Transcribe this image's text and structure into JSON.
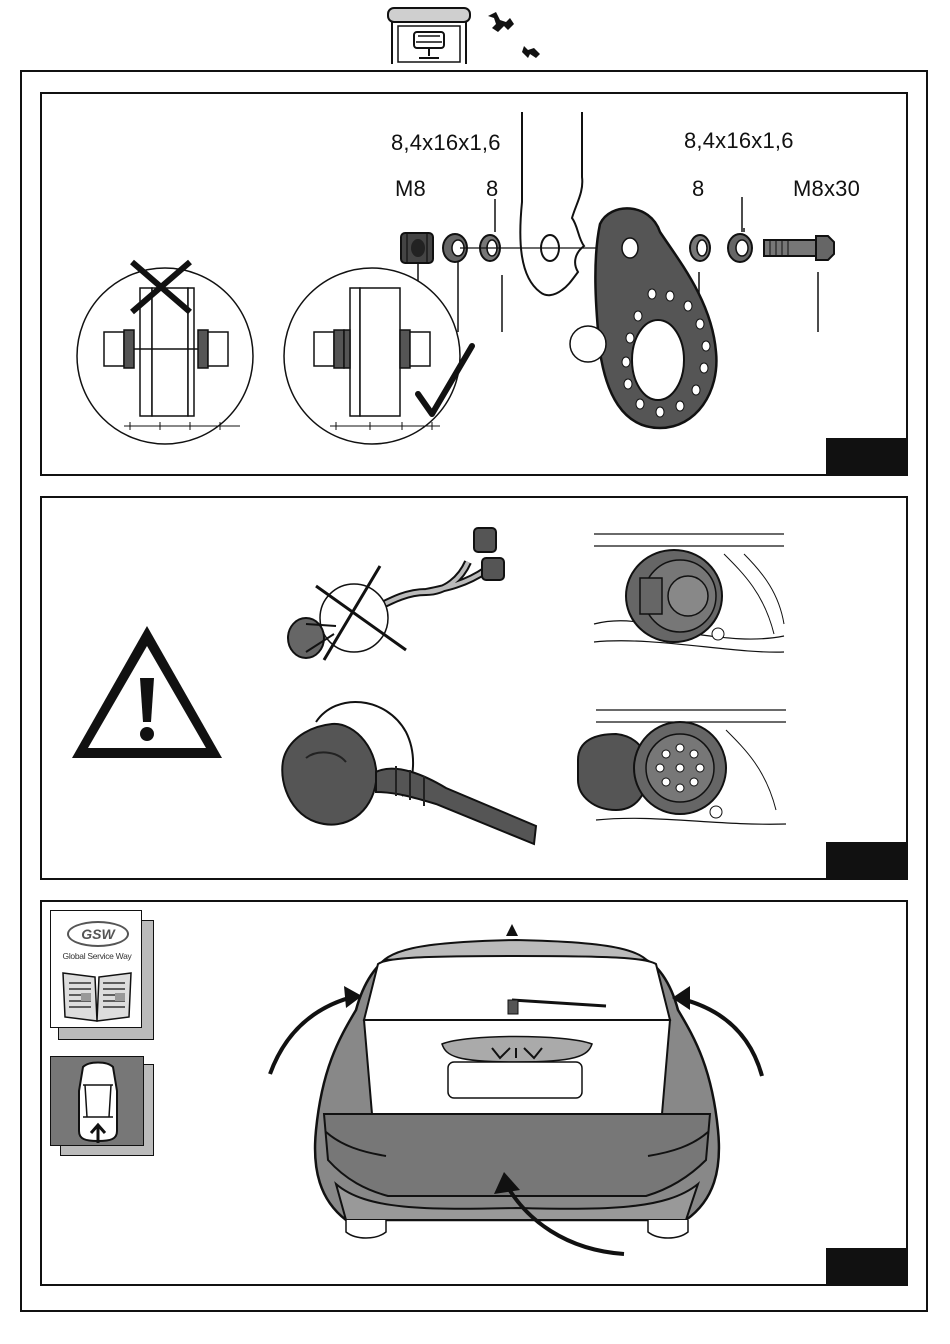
{
  "header": {
    "icons": [
      "garage-lift-icon",
      "wrench-icon"
    ]
  },
  "panel1": {
    "labels": {
      "top_left_washer": "8,4x16x1,6",
      "top_right_washer": "8,4x16x1,6",
      "nut": "M8",
      "washer_left": "8",
      "washer_right": "8",
      "bolt": "M8x30"
    }
  },
  "panel2": {
    "icons": [
      "warning-triangle-icon",
      "cable-crossed-icon",
      "socket-plug-icon",
      "socket-closed-icon",
      "socket-open-icon"
    ]
  },
  "panel3": {
    "gsw": {
      "logo": "GSW",
      "caption": "Global Service Way"
    },
    "icons": [
      "manual-book-icon",
      "car-top-view-icon",
      "car-rear-icon"
    ]
  },
  "colors": {
    "ink": "#111111",
    "shade": "#777777",
    "light": "#cfcfcf"
  }
}
